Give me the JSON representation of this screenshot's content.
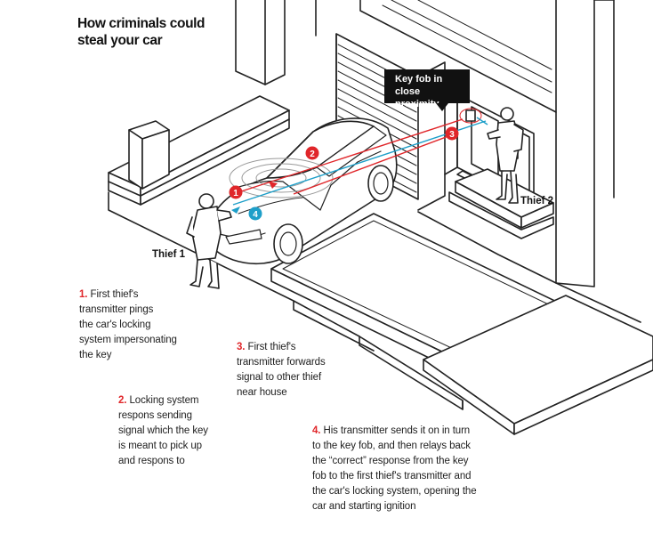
{
  "title": {
    "line1": "How criminals could",
    "line2": "steal your car"
  },
  "callout": {
    "line1": "Key fob in close",
    "line2": "proximity"
  },
  "thieves": {
    "thief1": "Thief 1",
    "thief2": "Thief 2"
  },
  "markers": [
    {
      "id": "1",
      "color": "#e0262a"
    },
    {
      "id": "2",
      "color": "#e0262a"
    },
    {
      "id": "3",
      "color": "#e0262a"
    },
    {
      "id": "4",
      "color": "#1e9fc9"
    }
  ],
  "signal_colors": {
    "thief_signal": "#e0262a",
    "car_signal": "#1e9fc9"
  },
  "steps": [
    {
      "num": "1.",
      "lines": [
        "First thief's",
        "transmitter pings",
        "the car's locking",
        "system impersonating",
        "the key"
      ]
    },
    {
      "num": "2.",
      "lines": [
        "Locking system",
        "respons sending",
        "signal which the key",
        "is meant to pick up",
        "and respons to"
      ]
    },
    {
      "num": "3.",
      "lines": [
        "First thief's",
        "transmitter forwards",
        "signal to other thief",
        "near house"
      ]
    },
    {
      "num": "4.",
      "lines": [
        "His transmitter sends it on in turn",
        "to the key fob, and then relays back",
        "the “correct” response from the key",
        "fob to the first thief's transmitter and",
        "the car's locking system, opening the",
        "car and starting ignition"
      ]
    }
  ]
}
